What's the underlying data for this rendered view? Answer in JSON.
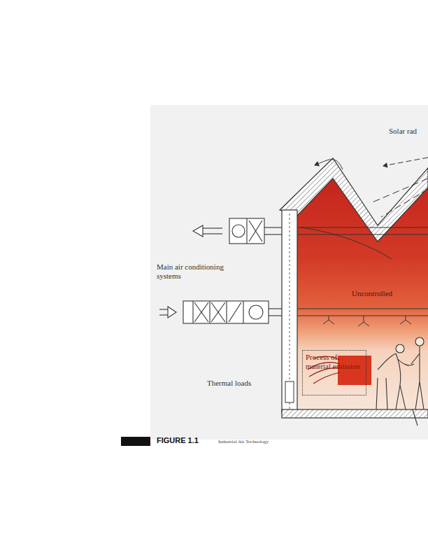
{
  "diagram": {
    "caption": "FIGURE 1.1",
    "nodes": [
      {
        "text": [
          "Process of material emission"
        ]
      }
    ],
    "labels": [
      "Solar rad",
      "Main air conditioning systems",
      "Uncontrolled",
      "Thermal loads",
      "Industrial Air Technology"
    ]
  }
}
